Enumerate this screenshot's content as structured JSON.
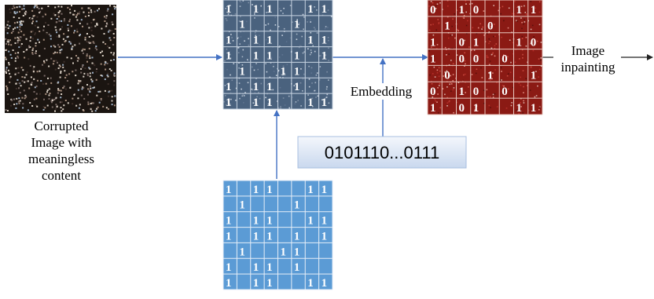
{
  "captions": {
    "corrupted": "Corrupted\nImage with\nmeaningless\ncontent",
    "embedding": "Embedding",
    "inpainting": "Image\ninpainting"
  },
  "bitstring": "0101110...0111",
  "grids": {
    "binary": [
      [
        "1",
        "",
        "1",
        "1",
        "",
        "",
        "1",
        "1"
      ],
      [
        "",
        "1",
        "",
        "",
        "",
        "1",
        "",
        ""
      ],
      [
        "1",
        "",
        "1",
        "1",
        "",
        "",
        "1",
        "1"
      ],
      [
        "1",
        "",
        "1",
        "1",
        "",
        "1",
        "",
        "1"
      ],
      [
        "",
        "1",
        "",
        "",
        "1",
        "1",
        "",
        ""
      ],
      [
        "1",
        "",
        "1",
        "1",
        "",
        "1",
        "",
        ""
      ],
      [
        "1",
        "",
        "1",
        "1",
        "",
        "",
        "1",
        "1"
      ]
    ],
    "mixed": [
      [
        "1",
        "",
        "1",
        "1",
        "",
        "",
        "1",
        "1"
      ],
      [
        "",
        "1",
        "",
        "",
        "",
        "1",
        "",
        ""
      ],
      [
        "1",
        "",
        "1",
        "1",
        "",
        "",
        "1",
        "1"
      ],
      [
        "1",
        "",
        "1",
        "1",
        "",
        "1",
        "",
        "1"
      ],
      [
        "",
        "1",
        "",
        "",
        "1",
        "1",
        "",
        ""
      ],
      [
        "1",
        "",
        "1",
        "1",
        "",
        "1",
        "",
        ""
      ],
      [
        "1",
        "",
        "1",
        "1",
        "",
        "",
        "1",
        "1"
      ]
    ],
    "embedded": [
      [
        "0",
        "",
        "1",
        "0",
        "",
        "",
        "1",
        "1"
      ],
      [
        "",
        "1",
        "",
        "",
        "0",
        "",
        "",
        ""
      ],
      [
        "1",
        "",
        "0",
        "1",
        "",
        "",
        "1",
        "0"
      ],
      [
        "1",
        "",
        "0",
        "0",
        "",
        "0",
        "",
        ""
      ],
      [
        "",
        "0",
        "",
        "",
        "1",
        "",
        "",
        "1"
      ],
      [
        "0",
        "",
        "1",
        "0",
        "",
        "0",
        "",
        ""
      ],
      [
        "1",
        "",
        "0",
        "1",
        "",
        "",
        "1",
        "1"
      ]
    ]
  },
  "colors": {
    "arrow": "#4472c4",
    "binary_fill": "#5b9bd5",
    "mixed_fill": "#4a627e",
    "embedded_fill": "#8b1a14",
    "bitstring_fill": "#dae3f3"
  }
}
